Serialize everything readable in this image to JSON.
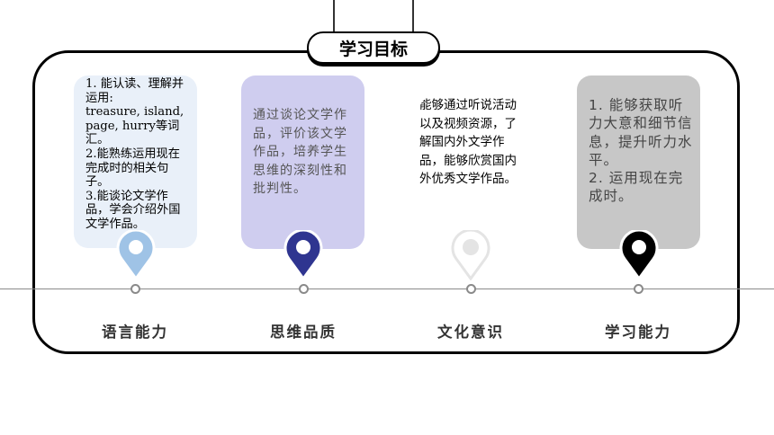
{
  "header": {
    "title": "学习目标"
  },
  "cards": [
    {
      "name": "language",
      "lines": [
        "1. 能认读、理解并运用:",
        "treasure, island, page, hurry等词汇。",
        "2.能熟练运用现在完成时的相关句子。",
        "3.能谈论文学作品，学会介绍外国文学作品。"
      ],
      "label": "语言能力"
    },
    {
      "name": "thinking",
      "lines": [
        "通过谈论文学作品，评价该文学作品，培养学生思维的深刻性和批判性。"
      ],
      "label": "思维品质"
    },
    {
      "name": "culture",
      "lines": [
        "能够通过听说活动以及视频资源，了解国内外文学作品，能够欣赏国内外优秀文学作品。"
      ],
      "label": "文化意识"
    },
    {
      "name": "learning",
      "lines": [
        "1. 能够获取听力大意和细节信息，提升听力水平。",
        "2. 运用现在完成时。"
      ],
      "label": "学习能力"
    }
  ],
  "colors": {
    "pin_language": "#9fc3e6",
    "pin_thinking": "#2f3590",
    "pin_culture": "#e4e4e4",
    "pin_learning": "#000000"
  }
}
